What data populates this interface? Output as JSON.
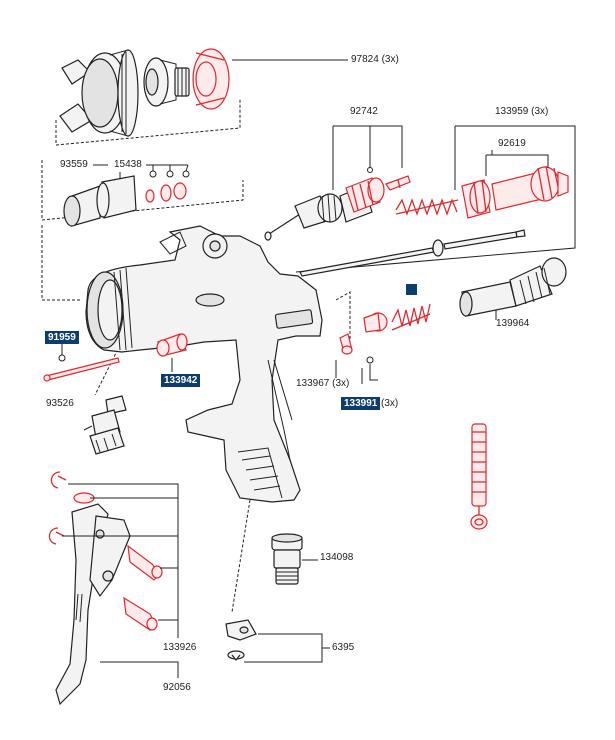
{
  "labels": {
    "p97824": "97824  (3x)",
    "p92742": "92742",
    "p133959": "133959  (3x)",
    "p92619": "92619",
    "p93559": "93559",
    "p15438": "15438",
    "p139964": "139964",
    "p133967": "133967  (3x)",
    "p93526": "93526",
    "p134098": "134098",
    "p6395": "6395",
    "p133926": "133926",
    "p92056": "92056",
    "p3x": "(3x)"
  },
  "tags": {
    "t91959": "91959",
    "t133942": "133942",
    "t133991": "133991"
  },
  "colors": {
    "highlight": "#e0282e",
    "tag_bg": "#0d3d6e"
  }
}
